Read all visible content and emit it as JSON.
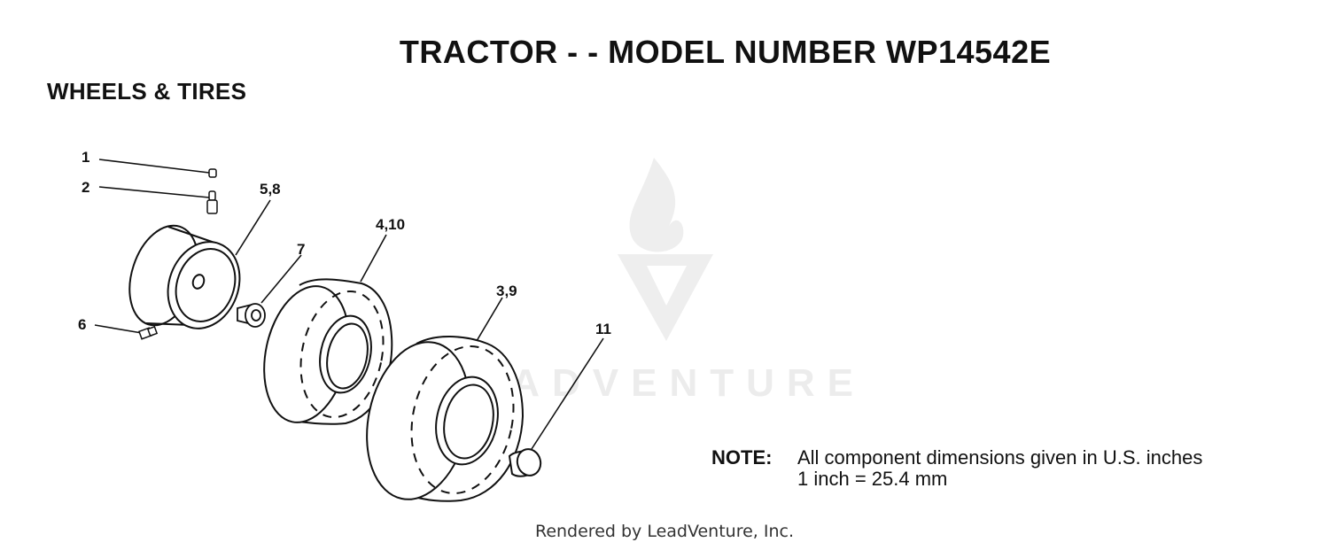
{
  "title": "TRACTOR - - MODEL NUMBER WP14542E",
  "subtitle": "WHEELS & TIRES",
  "callouts": {
    "c1": "1",
    "c2": "2",
    "c58": "5,8",
    "c7": "7",
    "c410": "4,10",
    "c39": "3,9",
    "c6": "6",
    "c11": "11"
  },
  "note": {
    "label": "NOTE:",
    "line1": "All component dimensions given in U.S. inches",
    "line2": "1 inch = 25.4 mm"
  },
  "watermark": "LEADVENTURE",
  "footer": "Rendered by LeadVenture, Inc."
}
